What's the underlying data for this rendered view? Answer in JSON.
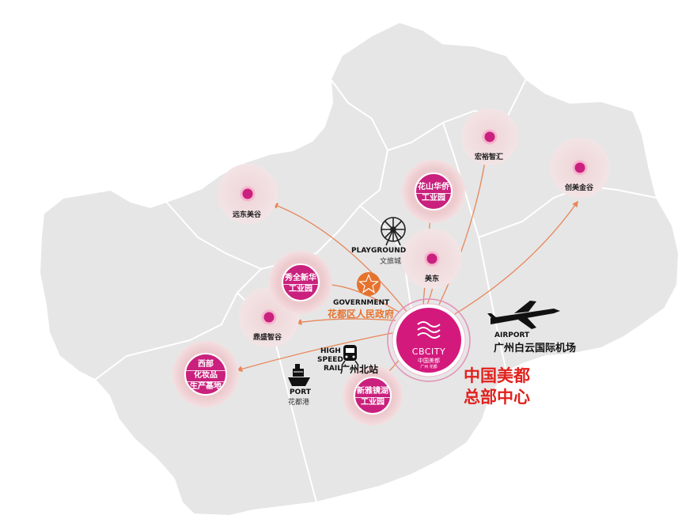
{
  "colors": {
    "accent_magenta": "#c9217d",
    "halo_pink": "#e9c3c8",
    "arrow_orange": "#e8865a",
    "title_red": "#e1221d",
    "government_orange": "#e5732e",
    "map_fill": "#e6e6e6"
  },
  "hubs": {
    "huashan": {
      "line1": "花山华侨",
      "line2": "工业园"
    },
    "xiuquan": {
      "line1": "秀全新华",
      "line2": "工业园"
    },
    "xibu": {
      "line1": "西部",
      "line2": "化妆品",
      "line3": "生产基地"
    },
    "xinya": {
      "line1": "新雅镜湖",
      "line2": "工业园"
    }
  },
  "nodes": {
    "yuandong": "远东美谷",
    "hongyu": "宏裕智汇",
    "chuangmei": "创美金谷",
    "meidong": "美东",
    "dingsheng": "鼎盛智谷"
  },
  "landmarks": {
    "playground_en": "PLAYGROUND",
    "playground_cn": "文旅城",
    "government_en": "GOVERNMENT",
    "government_cn": "花都区人民政府",
    "airport_en": "AIRPORT",
    "airport_cn": "广州白云国际机场",
    "rail_en_1": "HIGH",
    "rail_en_2": "SPEED",
    "rail_en_3": "RAIL",
    "rail_cn": "广州北站",
    "port_en": "PORT",
    "port_cn": "花都港"
  },
  "center": {
    "logo_text": "CBCITY",
    "logo_sub": "中国美都",
    "logo_sub2": "广州 花都",
    "title_line1": "中国美都",
    "title_line2": "总部中心"
  }
}
